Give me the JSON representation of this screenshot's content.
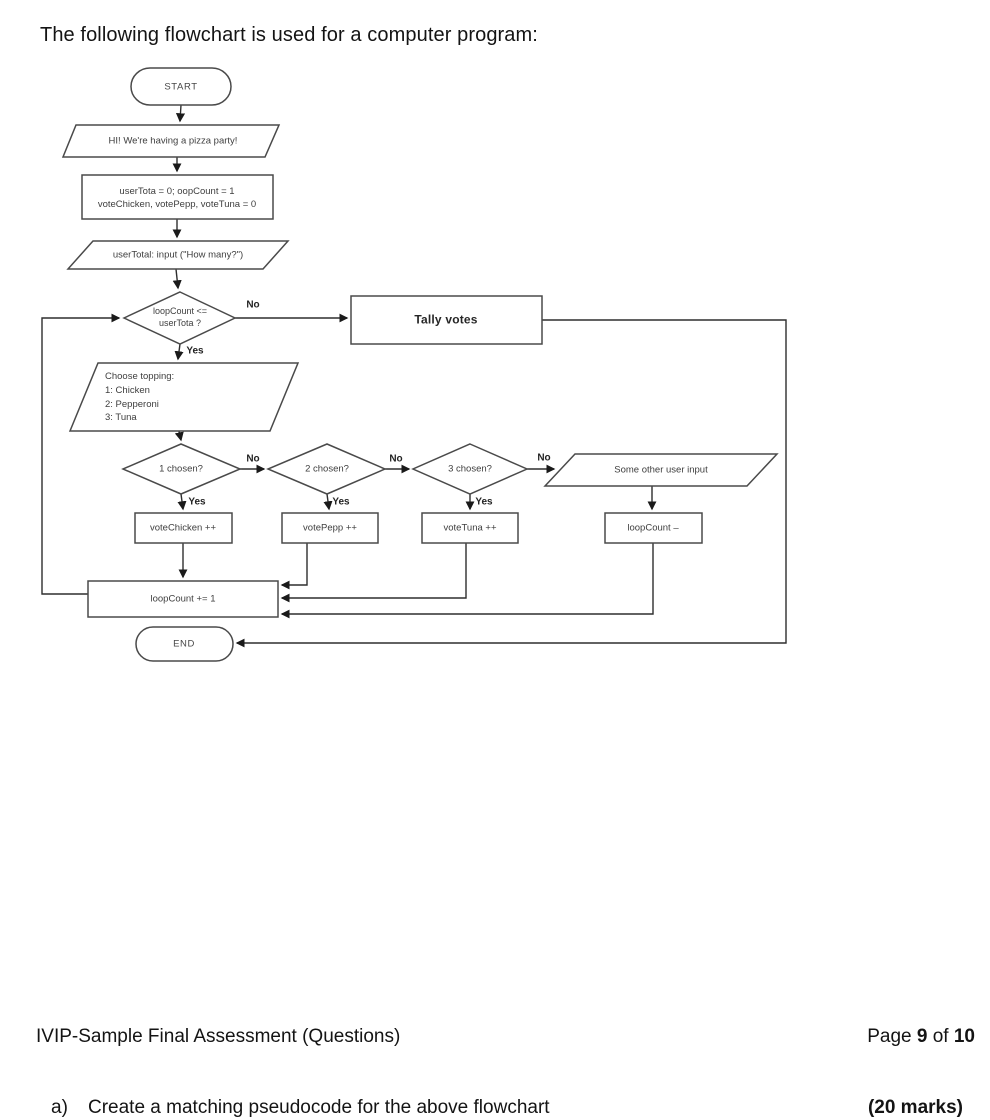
{
  "page": {
    "title": "The following flowchart is used for a computer program:",
    "footer_left": "IVIP-Sample Final Assessment (Questions)",
    "footer_page": {
      "prefix": "Page ",
      "number": "9",
      "of": " of ",
      "total": "10"
    },
    "question": {
      "letter": "a)",
      "text": "Create a matching pseudocode for the above flowchart",
      "marks": "(20 marks)"
    }
  },
  "flowchart": {
    "nodes": {
      "start": "START",
      "greeting": "HI! We're having a pizza party!",
      "init_line1": "userTota = 0;  oopCount = 1",
      "init_line2": "voteChicken, votePepp, voteTuna = 0",
      "input_total": "userTotal: input (\"How many?\")",
      "loop_check_line1": "loopCount <=",
      "loop_check_line2": "userTota ?",
      "tally": "Tally votes",
      "choose_line1": "Choose topping:",
      "choose_line2": "1: Chicken",
      "choose_line3": "2: Pepperoni",
      "choose_line4": "3: Tuna",
      "chosen1": "1 chosen?",
      "chosen2": "2 chosen?",
      "chosen3": "3 chosen?",
      "other_input": "Some other user input",
      "vote_chicken": "voteChicken ++",
      "vote_pepp": "votePepp ++",
      "vote_tuna": "voteTuna ++",
      "loop_decr": "loopCount –",
      "loop_incr": "loopCount += 1",
      "end": "END"
    },
    "edge_labels": {
      "no_main": "No",
      "yes_main": "Yes",
      "no1": "No",
      "yes1": "Yes",
      "no2": "No",
      "yes2": "Yes",
      "no3": "No",
      "yes3": "Yes"
    }
  }
}
